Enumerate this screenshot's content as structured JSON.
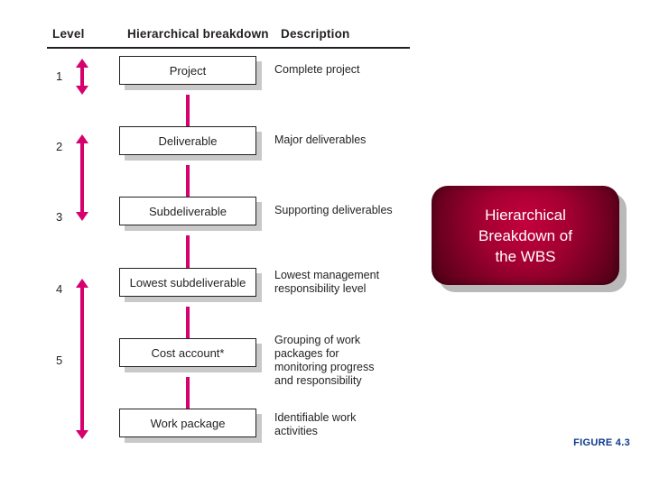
{
  "figure": {
    "label": "FIGURE 4.3"
  },
  "diagram": {
    "headers": {
      "level": "Level",
      "breakdown": "Hierarchical breakdown",
      "description": "Description"
    },
    "rows": [
      {
        "level": "1",
        "box": "Project",
        "description": "Complete project"
      },
      {
        "level": "2",
        "box": "Deliverable",
        "description": "Major deliverables"
      },
      {
        "level": "3",
        "box": "Subdeliverable",
        "description": "Supporting deliverables"
      },
      {
        "level": "4",
        "box": "Lowest subdeliverable",
        "description": "Lowest management\nresponsibility level"
      },
      {
        "level": "5",
        "box": "Cost account*",
        "description": "Grouping of work\npackages for\nmonitoring progress\nand responsibility"
      },
      {
        "level": "",
        "box": "Work package",
        "description": "Identifiable work\nactivities"
      }
    ]
  },
  "callout": {
    "text": "Hierarchical\nBreakdown of\nthe WBS"
  },
  "colors": {
    "arrow": "#d6006e",
    "callout_red": "#a40032",
    "figure_label_blue": "#0a3a8b",
    "box_shadow": "#c9c9c9"
  }
}
